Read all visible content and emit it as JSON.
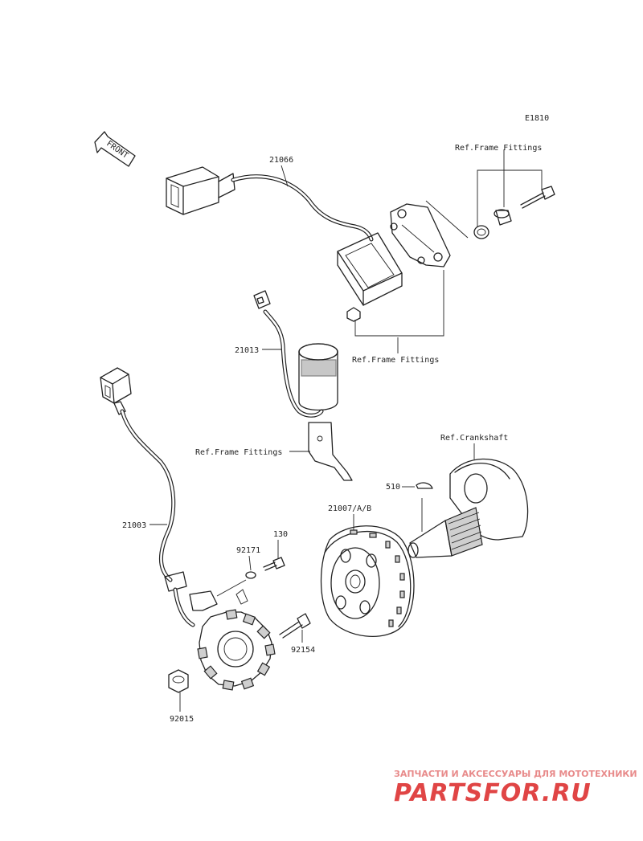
{
  "diagram_code": "E1810",
  "front_arrow_label": "FRONT",
  "labels": {
    "p21066": "21066",
    "ref_frame_top": "Ref.Frame Fittings",
    "ref_frame_mid": "Ref.Frame Fittings",
    "p21013": "21013",
    "ref_frame_left": "Ref.Frame Fittings",
    "ref_crankshaft": "Ref.Crankshaft",
    "p510": "510",
    "p21007": "21007/A/B",
    "p21003": "21003",
    "p130": "130",
    "p92171": "92171",
    "p92154": "92154",
    "p92015": "92015"
  },
  "watermark": {
    "tagline": "ЗАПЧАСТИ И АКСЕССУАРЫ ДЛЯ МОТОТЕХНИКИ",
    "brand": "PARTSFOR.RU"
  }
}
